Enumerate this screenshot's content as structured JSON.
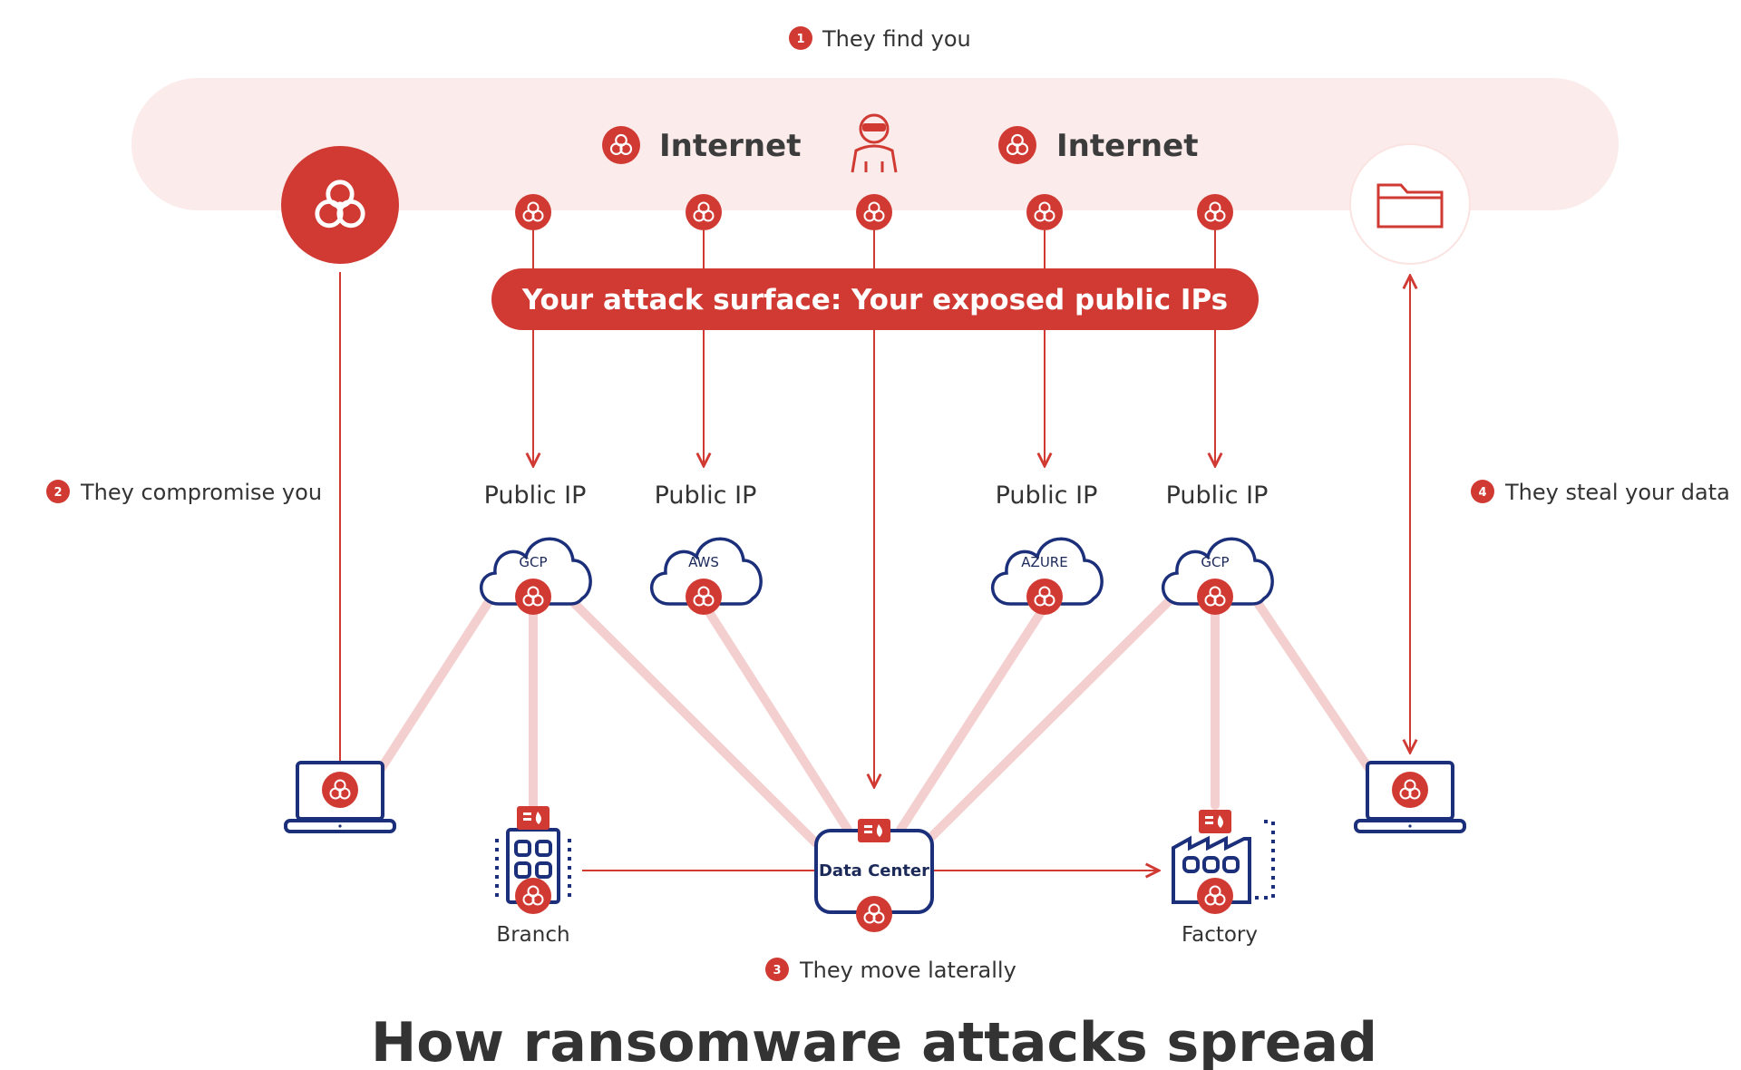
{
  "steps": {
    "find": {
      "num": "1",
      "label": "They find you"
    },
    "compromise": {
      "num": "2",
      "label": "They compromise you"
    },
    "move": {
      "num": "3",
      "label": "They move laterally"
    },
    "steal": {
      "num": "4",
      "label": "They steal your data"
    }
  },
  "internet": {
    "left": "Internet",
    "right": "Internet"
  },
  "banner": "Your attack surface: Your exposed public IPs",
  "public_ips": [
    {
      "label": "Public IP",
      "cloud": "GCP"
    },
    {
      "label": "Public IP",
      "cloud": "AWS"
    },
    {
      "label": "Public IP",
      "cloud": "AZURE"
    },
    {
      "label": "Public IP",
      "cloud": "GCP"
    }
  ],
  "sites": {
    "branch": "Branch",
    "datacenter": "Data Center",
    "factory": "Factory"
  },
  "title": "How ransomware attacks spread",
  "colors": {
    "red": "#d03a33",
    "pink_band": "#fbebea",
    "navy": "#1b2f7a",
    "faint_link": "#f4cfcf"
  },
  "icons": [
    "biohazard-icon",
    "hacker-icon",
    "folder-icon",
    "laptop-icon",
    "building-icon",
    "factory-icon",
    "server-badge-icon",
    "cloud-icon"
  ]
}
